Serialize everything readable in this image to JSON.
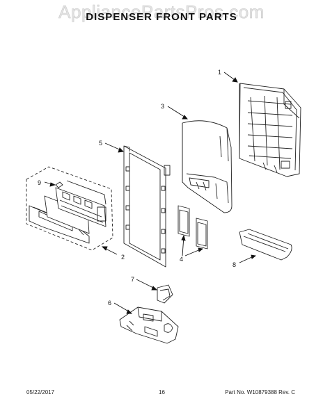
{
  "watermark": "AppliancePartsPros.com",
  "title": "DISPENSER FRONT PARTS",
  "callouts": [
    "1",
    "2",
    "3",
    "4",
    "5",
    "6",
    "7",
    "8",
    "9"
  ],
  "footer": {
    "date": "05/22/2017",
    "page": "16",
    "part_number": "Part No.  W10879388  Rev.  C"
  }
}
